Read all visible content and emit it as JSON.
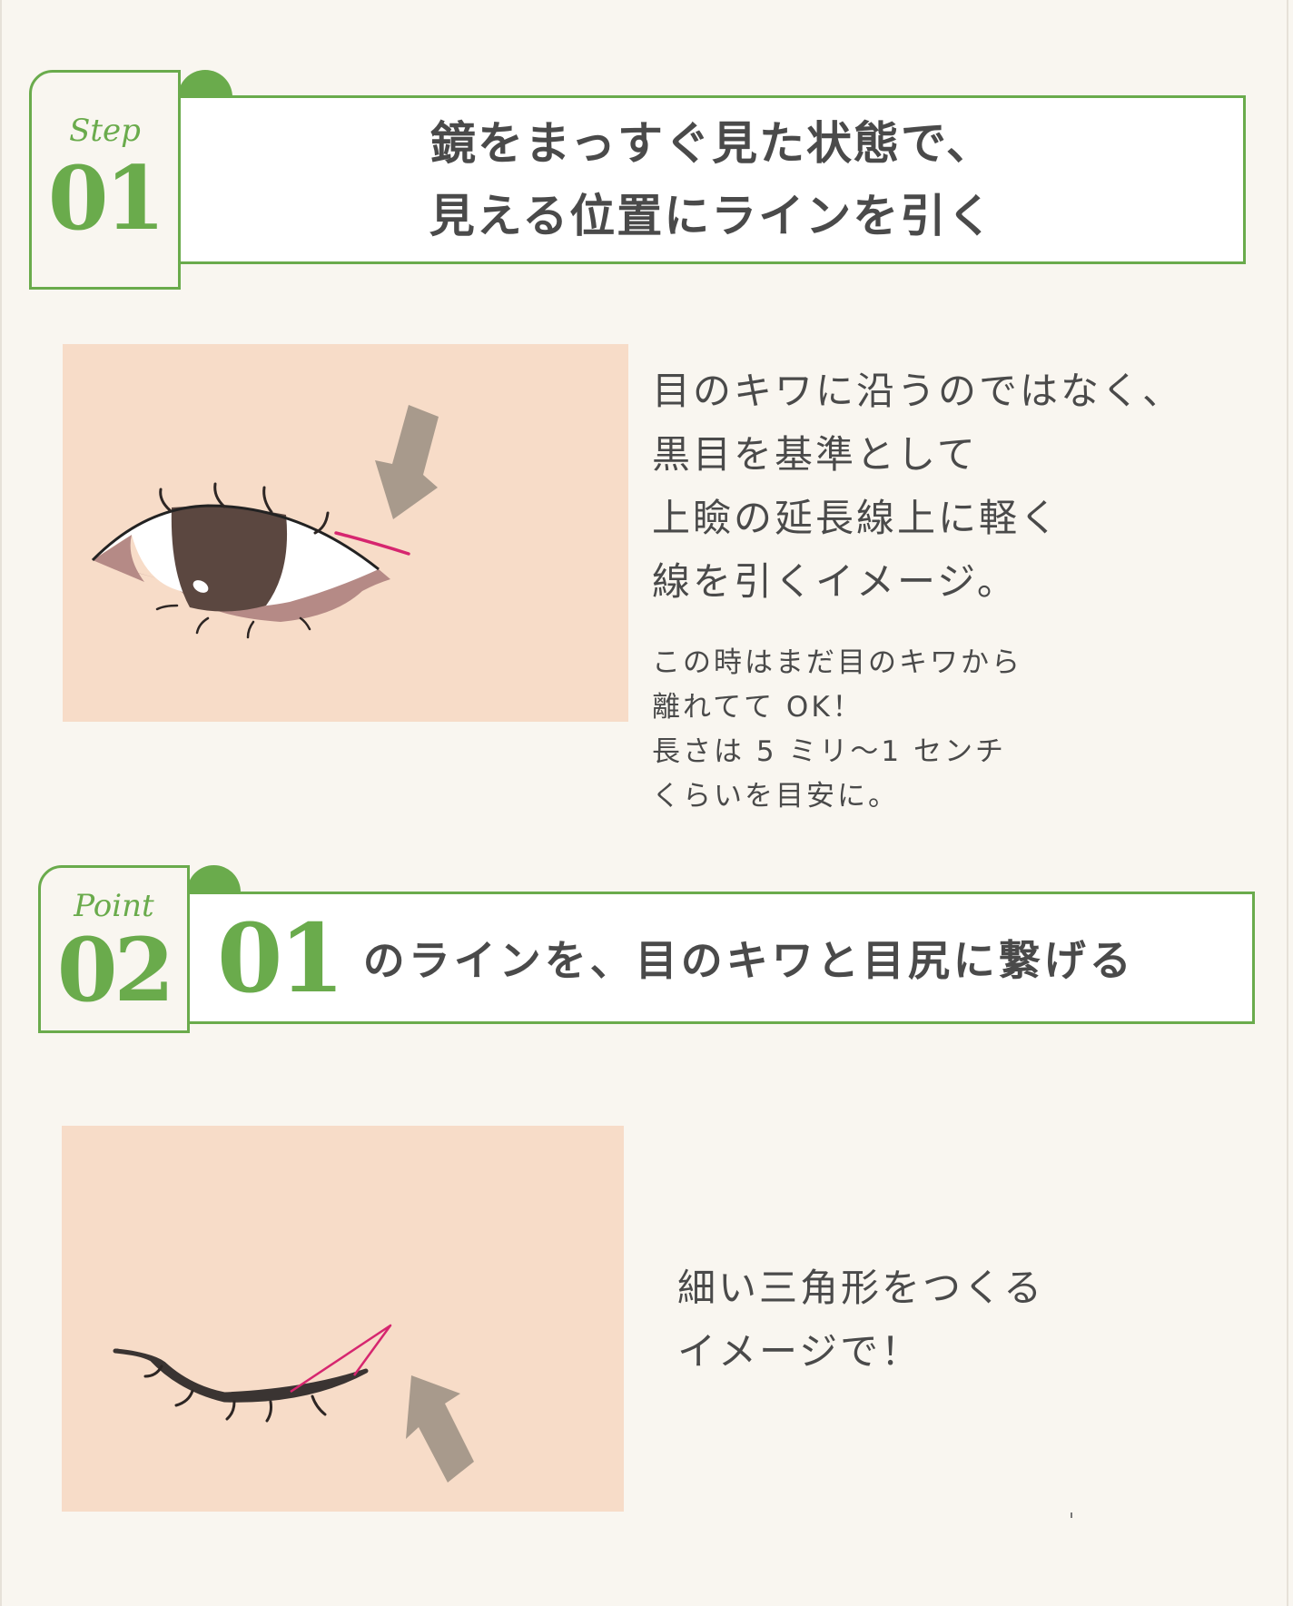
{
  "colors": {
    "background": "#f9f6f0",
    "accent_green": "#6aab4c",
    "text": "#4a4a4a",
    "skin_panel": "#f7dcc8",
    "arrow": "#a89a8c",
    "iris": "#5b4740",
    "liner_pink": "#d6266f",
    "lower_lid": "#b58a86",
    "lash_black": "#3a3432"
  },
  "step": {
    "label": "Step",
    "number": "01",
    "title_lines": [
      "鏡をまっすぐ見た状態で、",
      "見える位置にラインを引く"
    ]
  },
  "step_content": {
    "illustration": "open-eye-with-liner-extension",
    "arrow_icon": "arrow-down-left-icon",
    "lead_lines": [
      "目のキワに沿うのではなく、",
      "黒目を基準として",
      "上瞼の延長線上に軽く",
      "線を引くイメージ。"
    ],
    "note_lines": [
      "この時はまだ目のキワから",
      "離れてて OK！",
      "長さは 5 ミリ〜1 センチ",
      "くらいを目安に。"
    ]
  },
  "point": {
    "label": "Point",
    "number": "02",
    "title_number": "01",
    "title_text": "のラインを、目のキワと目尻に繋げる"
  },
  "point_content": {
    "illustration": "closed-eye-with-triangle-liner",
    "arrow_icon": "arrow-up-left-icon",
    "lead_lines": [
      "細い三角形をつくる",
      "イメージで！"
    ]
  }
}
